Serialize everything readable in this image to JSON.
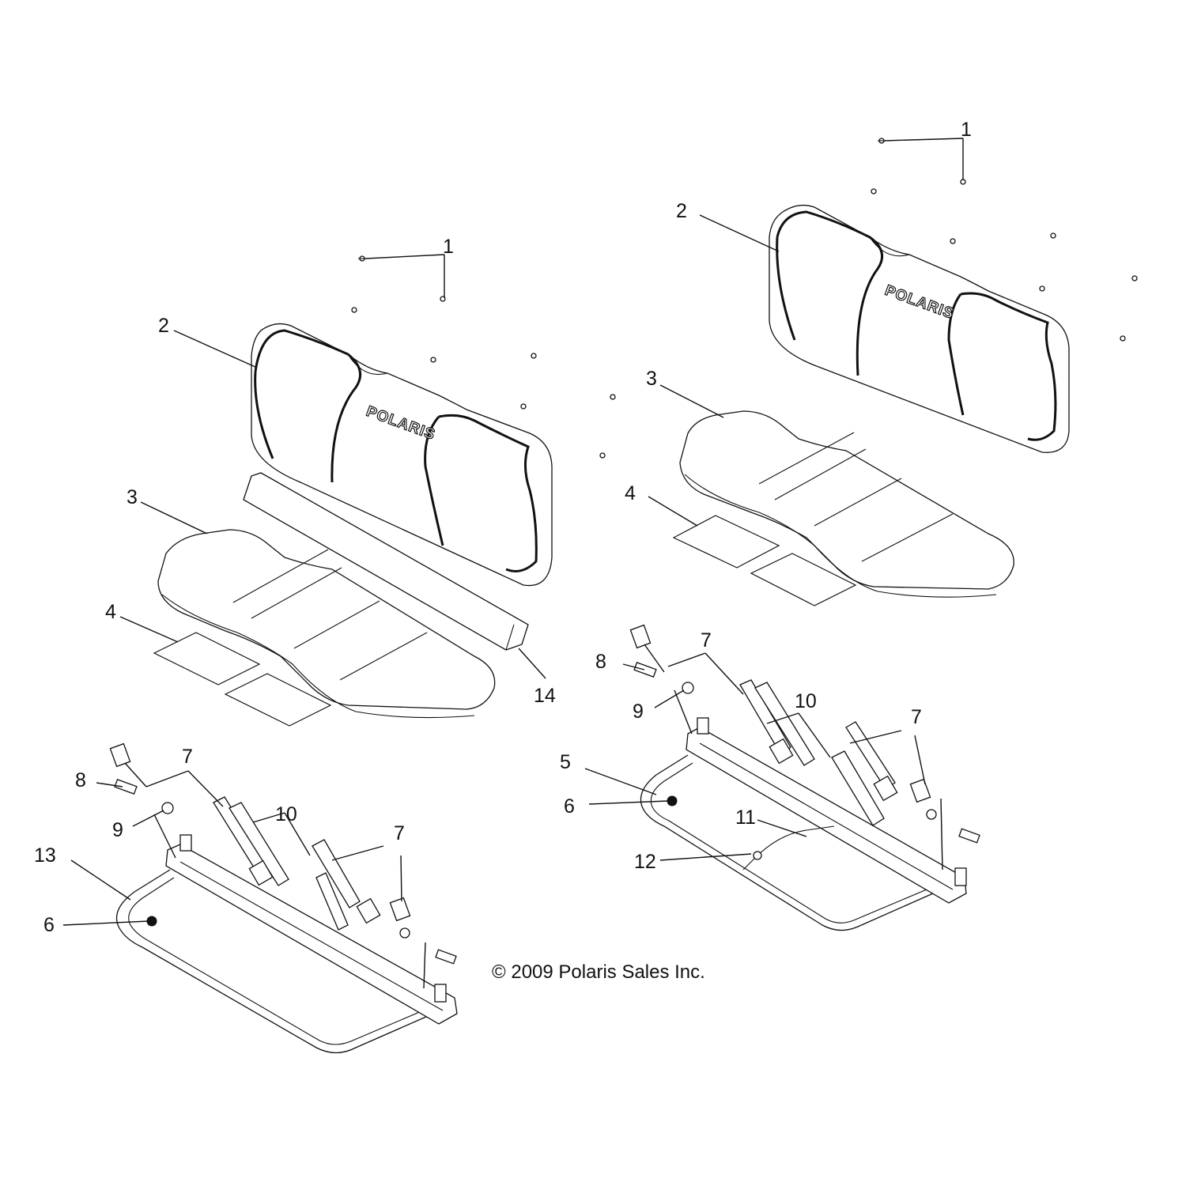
{
  "callouts": {
    "c1a": "1",
    "c1b": "1",
    "c2a": "2",
    "c2b": "2",
    "c3a": "3",
    "c3b": "3",
    "c4a": "4",
    "c4b": "4",
    "c5": "5",
    "c6a": "6",
    "c6b": "6",
    "c7a": "7",
    "c7b": "7",
    "c7c": "7",
    "c7d": "7",
    "c8a": "8",
    "c8b": "8",
    "c9a": "9",
    "c9b": "9",
    "c10a": "10",
    "c10b": "10",
    "c11": "11",
    "c12": "12",
    "c13": "13",
    "c14": "14"
  },
  "brand_mark": "POLARIS",
  "copyright": "© 2009 Polaris Sales Inc."
}
